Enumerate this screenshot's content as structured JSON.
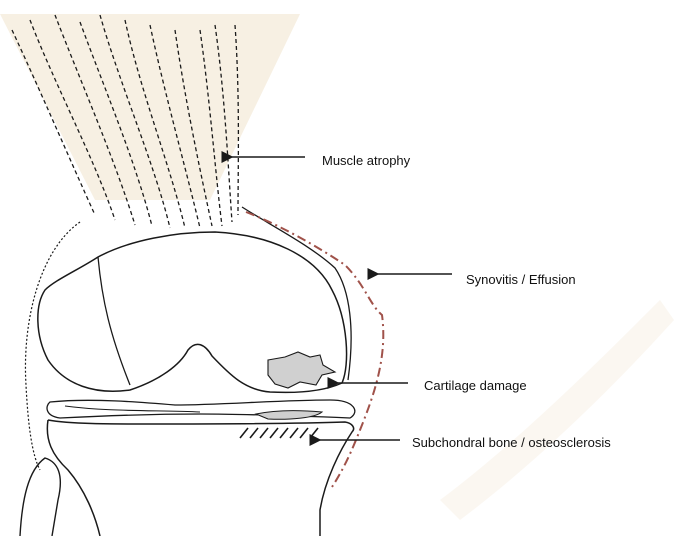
{
  "diagram": {
    "labels": {
      "muscle": "Muscle atrophy",
      "synovitis": "Synovitis / Effusion",
      "cartilage": "Cartilage damage",
      "bone": "Subchondral bone / osteosclerosis"
    },
    "colors": {
      "outline": "#1a1a1a",
      "synovitis": "#a0524a",
      "damage_fill": "#d0d0d0",
      "watermark": "#f6efe2"
    }
  }
}
